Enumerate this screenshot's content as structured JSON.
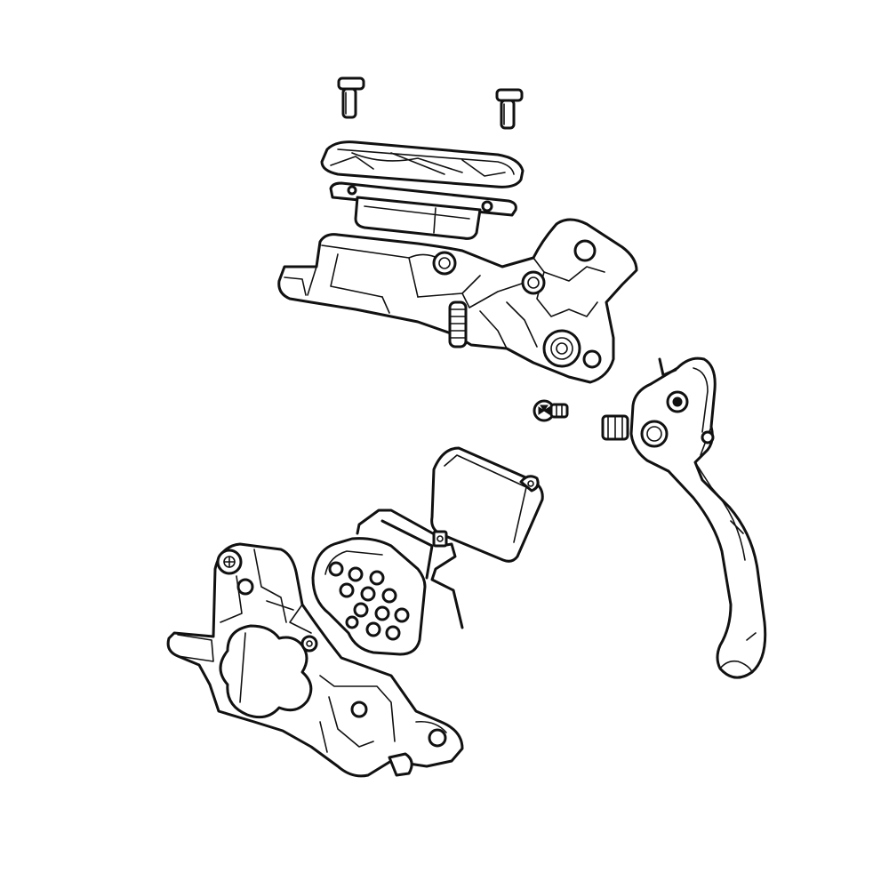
{
  "figure": {
    "kind": "exploded-parts-drawing",
    "background": "#ffffff",
    "line_color": "#111111"
  },
  "parts": [
    {
      "name": "reservoir-screw",
      "count": 2
    },
    {
      "name": "reservoir-cover",
      "count": 1
    },
    {
      "name": "reservoir-diaphragm",
      "count": 1
    },
    {
      "name": "master-cylinder-body",
      "count": 1
    },
    {
      "name": "lever-pivot-bolt",
      "count": 1
    },
    {
      "name": "brake-lever-blade",
      "count": 1
    },
    {
      "name": "brake-pad",
      "count": 2
    },
    {
      "name": "pad-spring-clip",
      "count": 1
    },
    {
      "name": "brake-caliper",
      "count": 1
    }
  ]
}
